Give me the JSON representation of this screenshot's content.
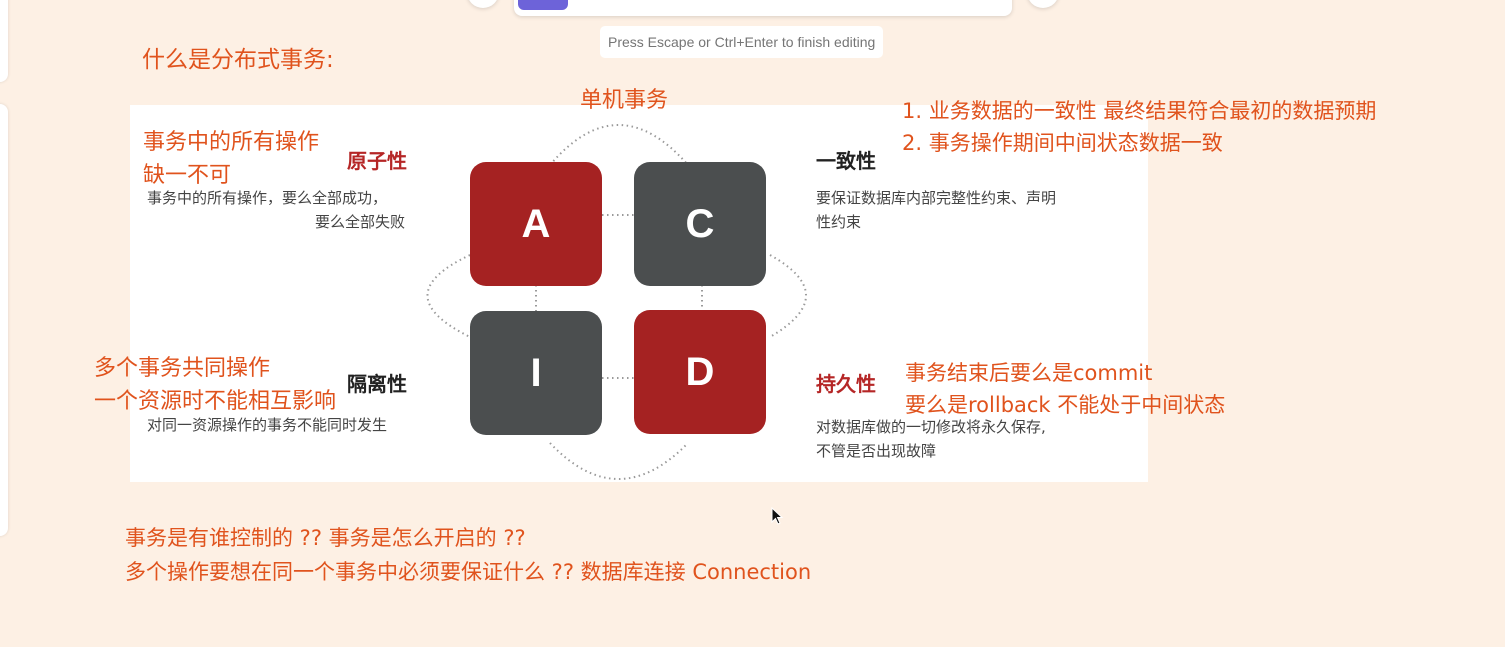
{
  "editor": {
    "hint": "Press Escape or Ctrl+Enter to finish editing",
    "accent": "#6d63d9"
  },
  "notes": {
    "heading": "什么是分布式事务:",
    "single_tx": "单机事务",
    "atomicity_note": [
      "事务中的所有操作",
      "缺一不可"
    ],
    "consistency_points": [
      "1.   业务数据的一致性  最终结果符合最初的数据预期",
      "2.  事务操作期间中间状态数据一致"
    ],
    "isolation_note": [
      "多个事务共同操作",
      "一个资源时不能相互影响"
    ],
    "durability_note": [
      "事务结束后要么是commit",
      "要么是rollback  不能处于中间状态"
    ],
    "questions_line1": "事务是有谁控制的 ??     事务是怎么开启的 ??",
    "questions_line2": "多个操作要想在同一个事务中必须要保证什么 ??     数据库连接  Connection"
  },
  "acid": {
    "tiles": {
      "a": "A",
      "c": "C",
      "i": "I",
      "d": "D"
    },
    "atomicity": {
      "title": "原子性",
      "desc": [
        "事务中的所有操作，要么全部成功，",
        "要么全部失败"
      ]
    },
    "consistency": {
      "title": "一致性",
      "desc": [
        "要保证数据库内部完整性约束、声明",
        "性约束"
      ]
    },
    "isolation": {
      "title": "隔离性",
      "desc": [
        "对同一资源操作的事务不能同时发生"
      ]
    },
    "durability": {
      "title": "持久性",
      "desc": [
        "对数据库做的一切修改将永久保存,",
        "不管是否出现故障"
      ]
    }
  },
  "colors": {
    "background": "#fdf0e4",
    "handwriting": "#e0531d",
    "tile_red": "#a52222",
    "tile_gray": "#4b4e4f"
  }
}
